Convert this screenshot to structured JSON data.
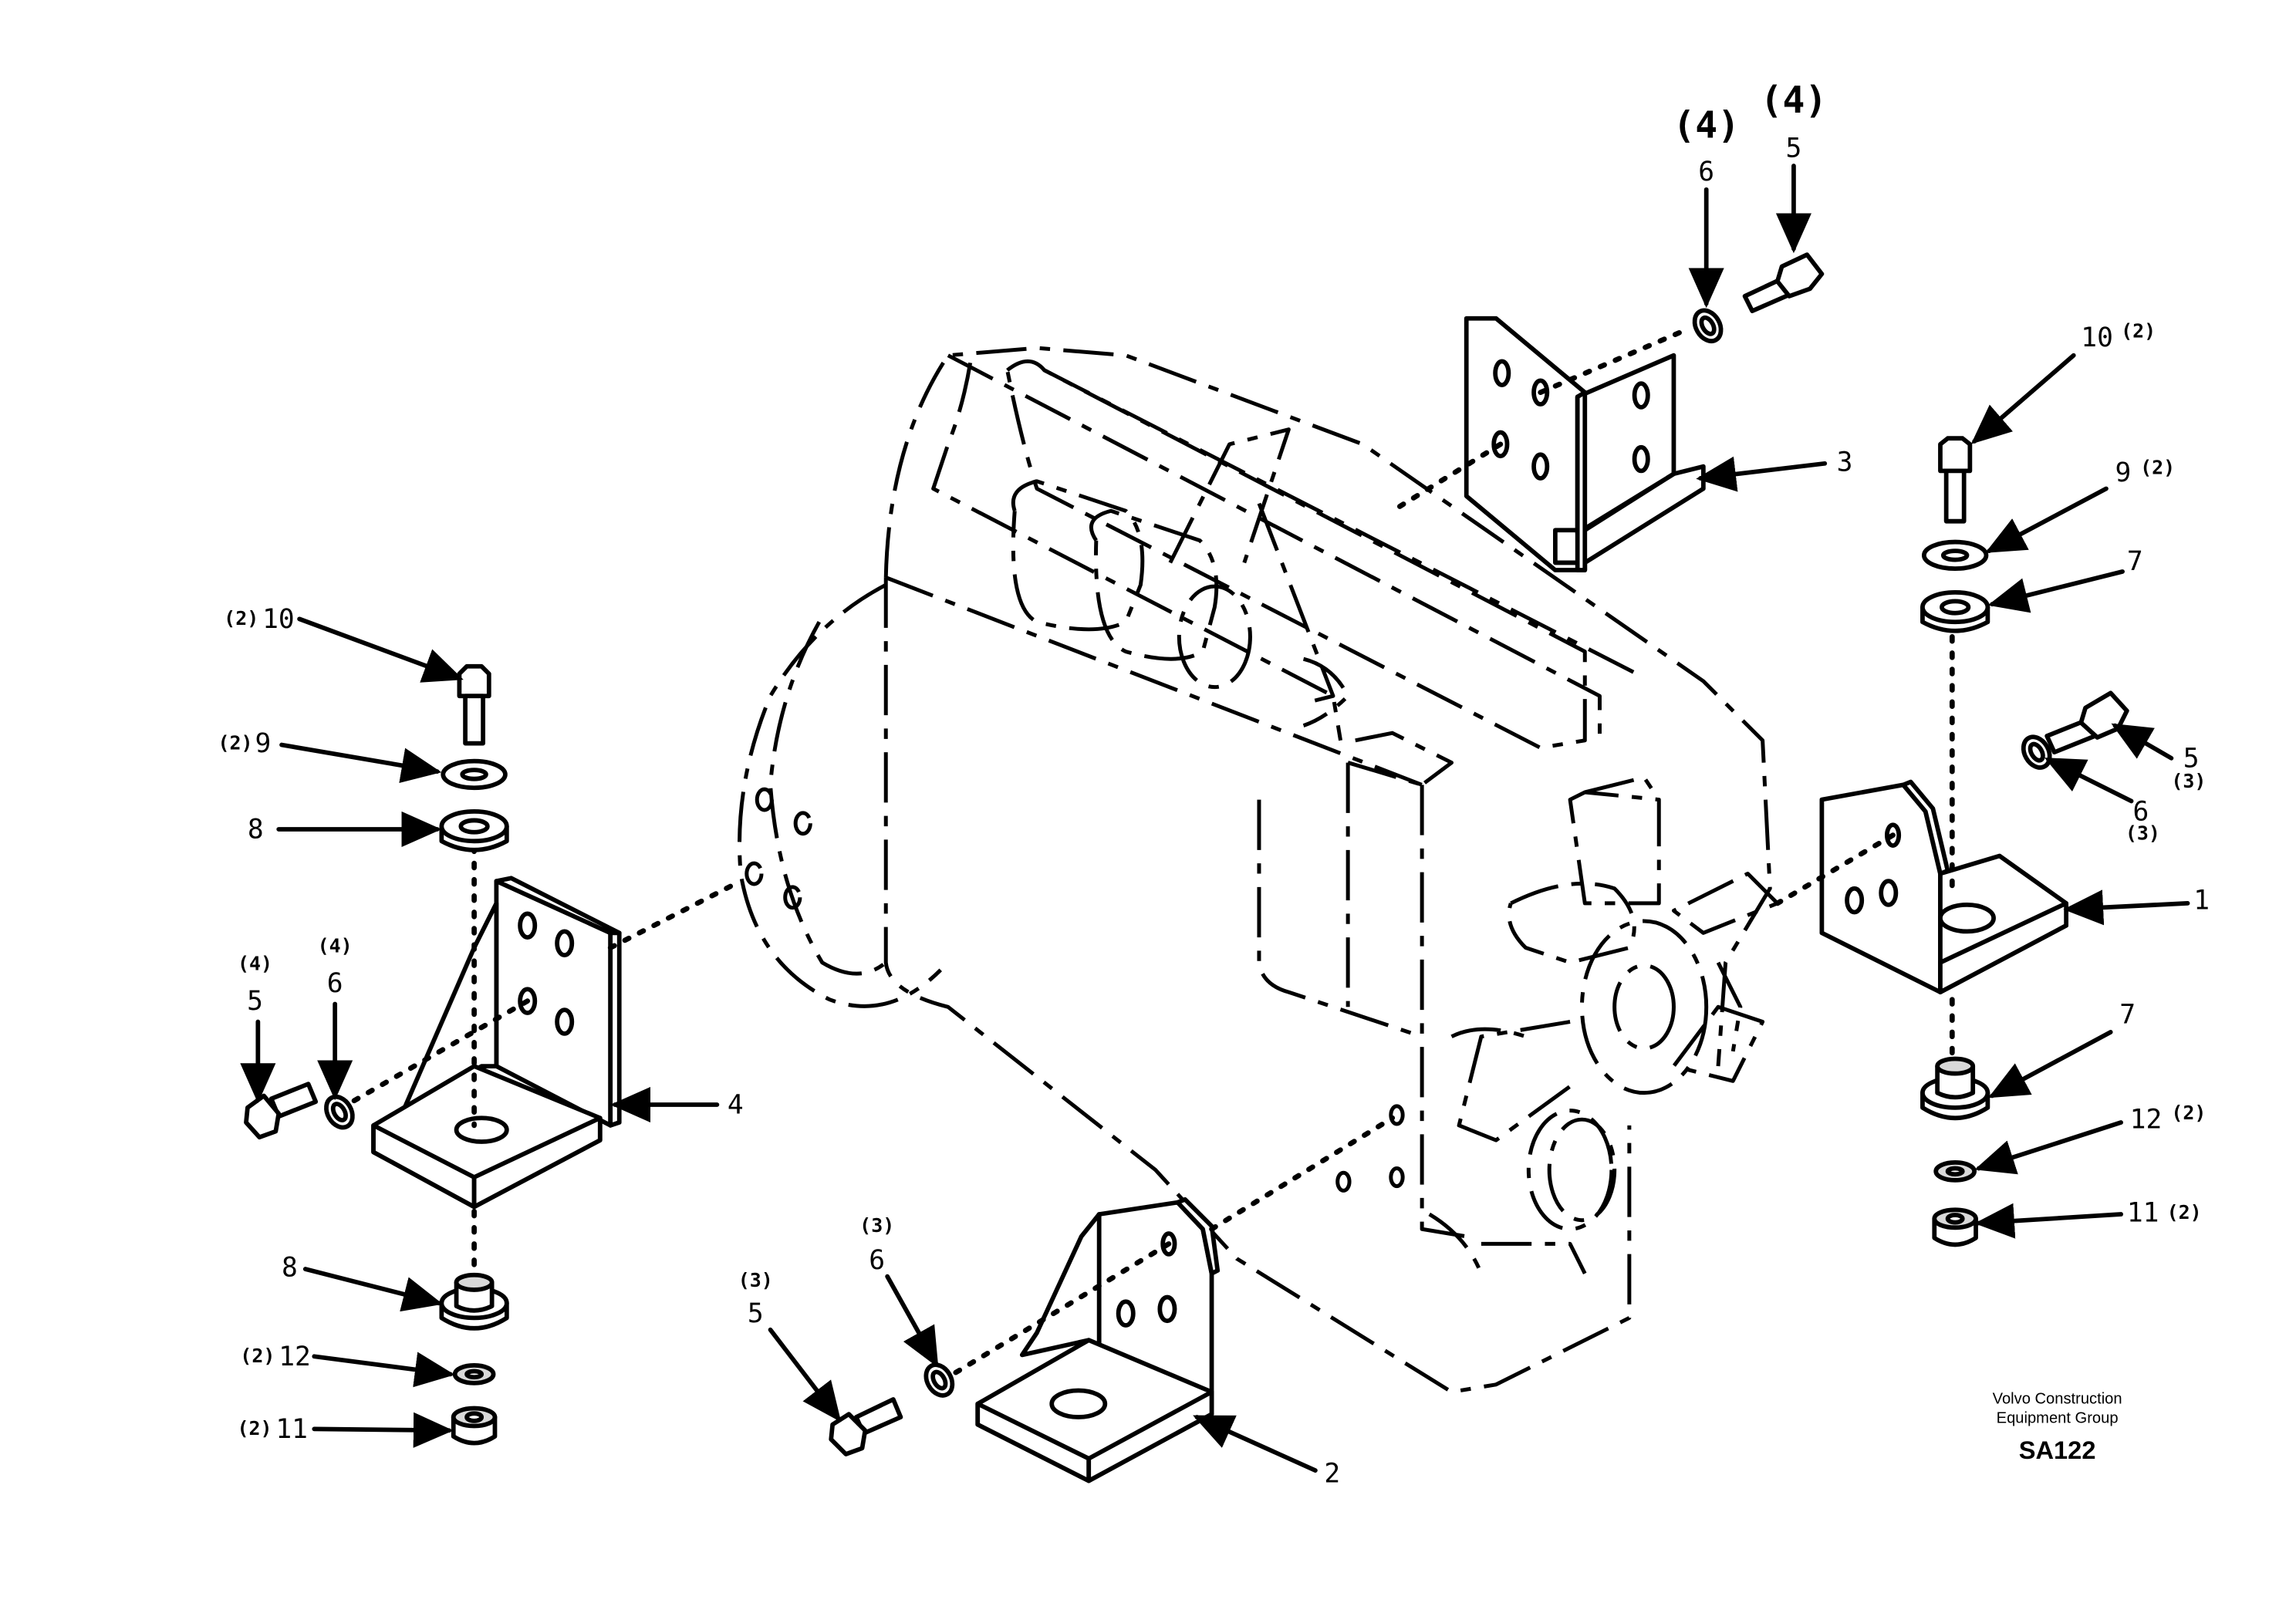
{
  "company_line_1": "Volvo Construction",
  "company_line_2": "Equipment Group",
  "drawing_code": "SA122",
  "callouts": {
    "top_6": {
      "num": "6",
      "qty": "(4)"
    },
    "top_5": {
      "num": "5",
      "qty": "(4)"
    },
    "top_3": {
      "num": "3"
    },
    "right_10": {
      "num": "10",
      "qty": "(2)"
    },
    "right_9": {
      "num": "9",
      "qty": "(2)"
    },
    "right_7_upper": {
      "num": "7"
    },
    "right_5": {
      "num": "5",
      "qty": "(3)"
    },
    "right_6": {
      "num": "6",
      "qty": "(3)"
    },
    "right_1": {
      "num": "1"
    },
    "right_7_lower": {
      "num": "7"
    },
    "right_12": {
      "num": "12",
      "qty": "(2)"
    },
    "right_11": {
      "num": "11",
      "qty": "(2)"
    },
    "left_10": {
      "num": "10",
      "qty": "(2)"
    },
    "left_9": {
      "num": "9",
      "qty": "(2)"
    },
    "left_8_upper": {
      "num": "8"
    },
    "left_5": {
      "num": "5",
      "qty": "(4)"
    },
    "left_6": {
      "num": "6",
      "qty": "(4)"
    },
    "left_4": {
      "num": "4"
    },
    "left_8_lower": {
      "num": "8"
    },
    "left_12": {
      "num": "12",
      "qty": "(2)"
    },
    "left_11": {
      "num": "11",
      "qty": "(2)"
    },
    "bottom_6": {
      "num": "6",
      "qty": "(3)"
    },
    "bottom_5": {
      "num": "5",
      "qty": "(3)"
    },
    "bottom_2": {
      "num": "2"
    }
  }
}
